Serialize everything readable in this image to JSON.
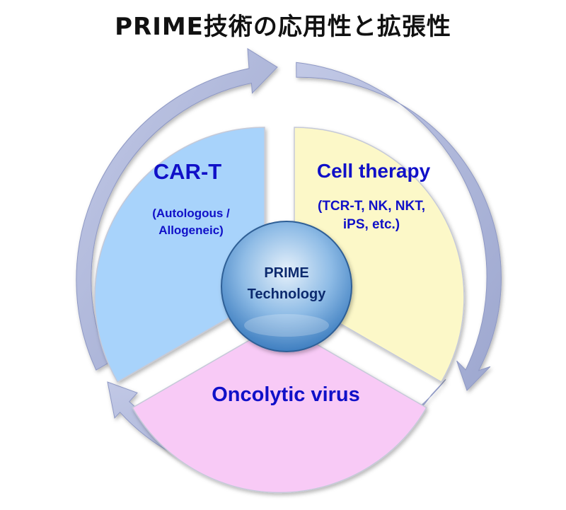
{
  "title": "PRIME技術の応用性と拡張性",
  "center": {
    "line1": "PRIME",
    "line2": "Technology"
  },
  "segments": [
    {
      "id": "car-t",
      "title": "CAR-T",
      "detail_line1": "(Autologous /",
      "detail_line2": "Allogeneic)",
      "color": "#a8d3fb"
    },
    {
      "id": "cell-therapy",
      "title": "Cell therapy",
      "detail_line1": "(TCR-T, NK, NKT,",
      "detail_line2": "iPS, etc.)",
      "color": "#fcf8c8"
    },
    {
      "id": "oncolytic-virus",
      "title": "Oncolytic virus",
      "color": "#f8caf6"
    }
  ],
  "colors": {
    "arrow": "#b4bcdc",
    "label_text": "#1010c8",
    "hub": "#5c9ad4"
  }
}
